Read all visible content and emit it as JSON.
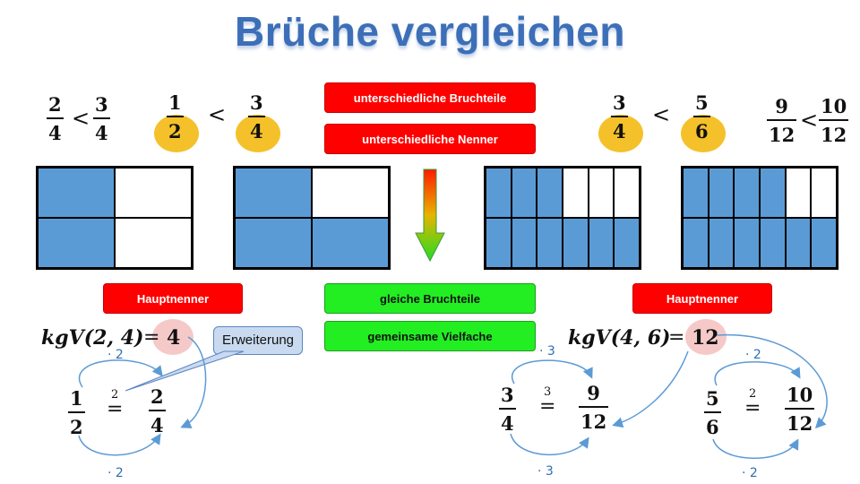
{
  "title": "Brüche vergleichen",
  "top_left": {
    "cmp1": {
      "a_num": "2",
      "a_den": "4",
      "sign": "<",
      "b_num": "3",
      "b_den": "4"
    },
    "cmp2": {
      "a_num": "1",
      "a_den": "2",
      "sign": "<",
      "b_num": "3",
      "b_den": "4"
    }
  },
  "top_right": {
    "cmp1": {
      "a_num": "3",
      "a_den": "4",
      "sign": "<",
      "b_num": "5",
      "b_den": "6"
    },
    "cmp2": {
      "a_num": "9",
      "a_den": "12",
      "sign": "<",
      "b_num": "10",
      "b_den": "12"
    }
  },
  "labels": {
    "different_parts": "unterschiedliche Bruchteile",
    "different_denominators": "unterschiedliche Nenner",
    "same_parts": "gleiche Bruchteile",
    "common_multiples": "gemeinsame Vielfache",
    "main_denominator_left": "Hauptnenner",
    "main_denominator_right": "Hauptnenner",
    "expansion": "Erweiterung"
  },
  "kgv_left": {
    "expr": "kgV(2, 4)",
    "eq": "=",
    "value": "4"
  },
  "kgv_right": {
    "expr": "kgV(4, 6)",
    "eq": "=",
    "value": "12"
  },
  "expand_left": {
    "a_num": "1",
    "a_den": "2",
    "factor": "2",
    "b_num": "2",
    "b_den": "4",
    "mult_top": "· 2",
    "mult_bottom": "· 2",
    "eq": "="
  },
  "expand_mid": {
    "a_num": "3",
    "a_den": "4",
    "factor": "3",
    "b_num": "9",
    "b_den": "12",
    "mult_top": "· 3",
    "mult_bottom": "· 3",
    "eq": "="
  },
  "expand_right": {
    "a_num": "5",
    "a_den": "6",
    "factor": "2",
    "b_num": "10",
    "b_den": "12",
    "mult_top": "· 2",
    "mult_bottom": "· 2",
    "eq": "="
  },
  "grids": [
    {
      "rows": 2,
      "cols": 2,
      "filled": [
        1,
        0,
        1,
        0
      ]
    },
    {
      "rows": 2,
      "cols": 2,
      "filled": [
        1,
        0,
        1,
        1
      ]
    },
    {
      "rows": 2,
      "cols": 6,
      "filled": [
        1,
        1,
        1,
        0,
        0,
        0,
        1,
        1,
        1,
        1,
        1,
        1
      ]
    },
    {
      "rows": 2,
      "cols": 6,
      "filled": [
        1,
        1,
        1,
        1,
        0,
        0,
        1,
        1,
        1,
        1,
        1,
        1
      ]
    }
  ],
  "colors": {
    "blue": "#5b9bd5",
    "red": "#ff0000",
    "green": "#22ee22",
    "yellow": "#f5c12a",
    "pink": "#f6c9c9",
    "arrow_blue": "#5b9bd5"
  }
}
